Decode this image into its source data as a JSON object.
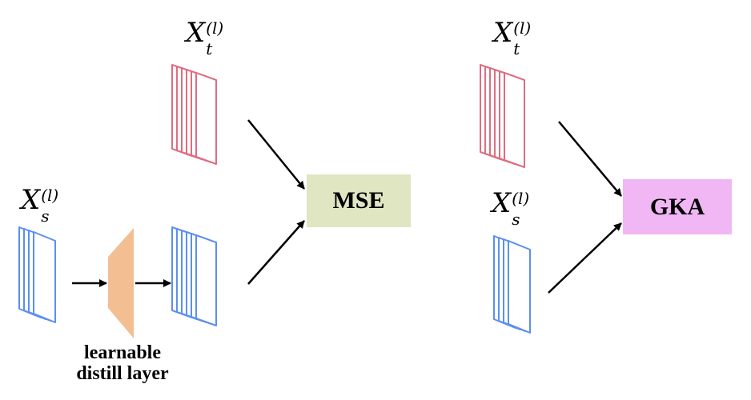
{
  "left_panel": {
    "teacher_label": {
      "base": "X",
      "sup": "(l)",
      "sub": "t"
    },
    "student_label": {
      "base": "X",
      "sup": "(l)",
      "sub": "s"
    },
    "operator": "MSE",
    "distill_caption_line1": "learnable",
    "distill_caption_line2": "distill layer"
  },
  "right_panel": {
    "teacher_label": {
      "base": "X",
      "sup": "(l)",
      "sub": "t"
    },
    "student_label": {
      "base": "X",
      "sup": "(l)",
      "sub": "s"
    },
    "operator": "GKA"
  },
  "colors": {
    "teacher_stroke": "#e06c80",
    "student_stroke": "#5b8ff0",
    "distill_fill": "#f4be93",
    "mse_fill": "#dfe6c1",
    "gka_fill": "#f1b7f5",
    "arrow": "#000000"
  }
}
